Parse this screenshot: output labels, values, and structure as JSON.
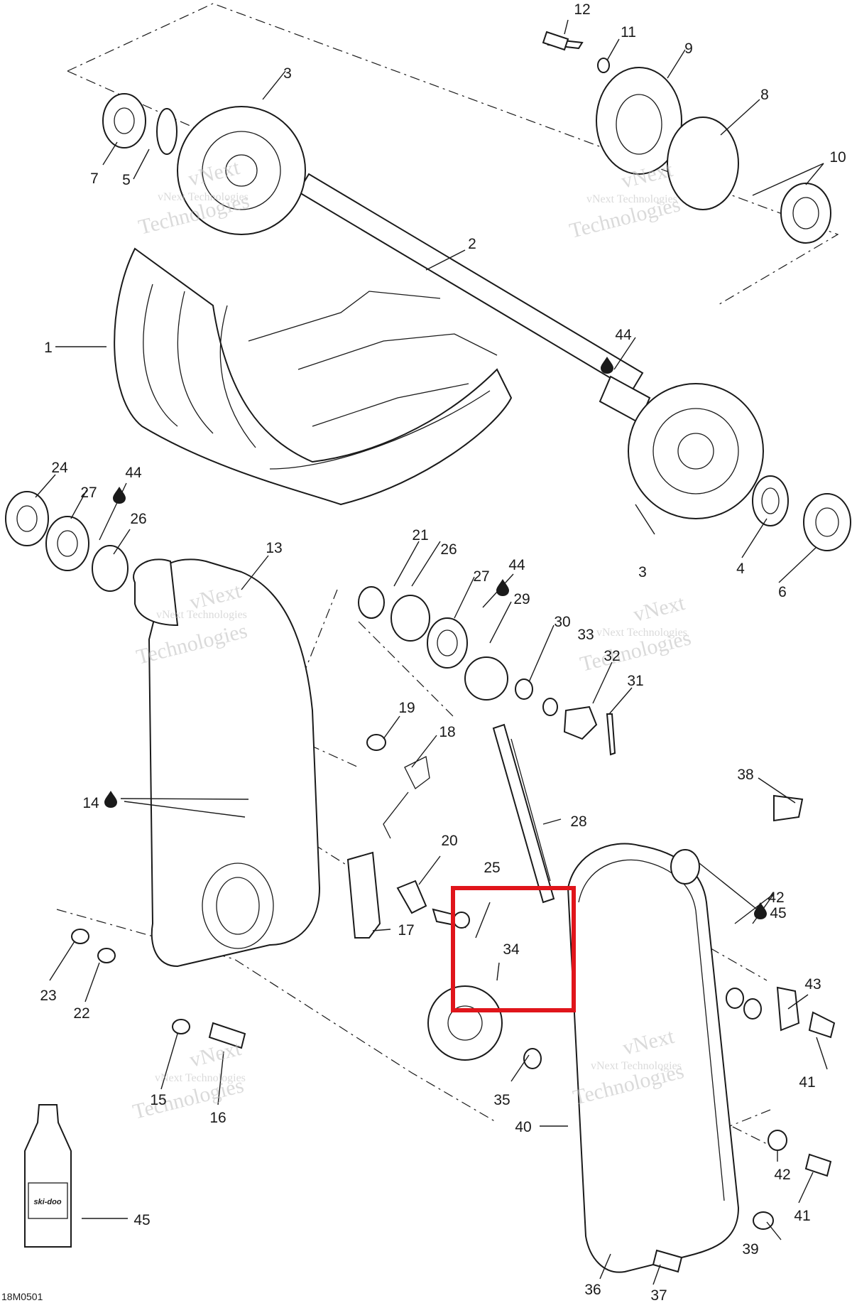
{
  "diagram": {
    "drawing_code": "18M0501",
    "highlight_color": "#e0151b",
    "watermark": {
      "line_small": "vNext Technologies",
      "word_top": "vNext",
      "word_bottom": "Technologies"
    },
    "bottle_brand": "ski-doo",
    "callouts": {
      "c1": "1",
      "c2": "2",
      "c3a": "3",
      "c3b": "3",
      "c4": "4",
      "c5": "5",
      "c6": "6",
      "c7": "7",
      "c8": "8",
      "c9": "9",
      "c10": "10",
      "c11": "11",
      "c12": "12",
      "c13": "13",
      "c14": "14",
      "c15": "15",
      "c16": "16",
      "c17": "17",
      "c18": "18",
      "c19": "19",
      "c20": "20",
      "c21": "21",
      "c22": "22",
      "c23": "23",
      "c24": "24",
      "c25": "25",
      "c26a": "26",
      "c26b": "26",
      "c27a": "27",
      "c27b": "27",
      "c28": "28",
      "c29": "29",
      "c30": "30",
      "c31": "31",
      "c32": "32",
      "c33": "33",
      "c34": "34",
      "c35": "35",
      "c36": "36",
      "c37": "37",
      "c38": "38",
      "c39": "39",
      "c40": "40",
      "c41a": "41",
      "c41b": "41",
      "c42a": "42",
      "c42b": "42",
      "c43": "43",
      "c44a": "44",
      "c44b": "44",
      "c44c": "44",
      "c45a": "45",
      "c45b": "45"
    }
  }
}
